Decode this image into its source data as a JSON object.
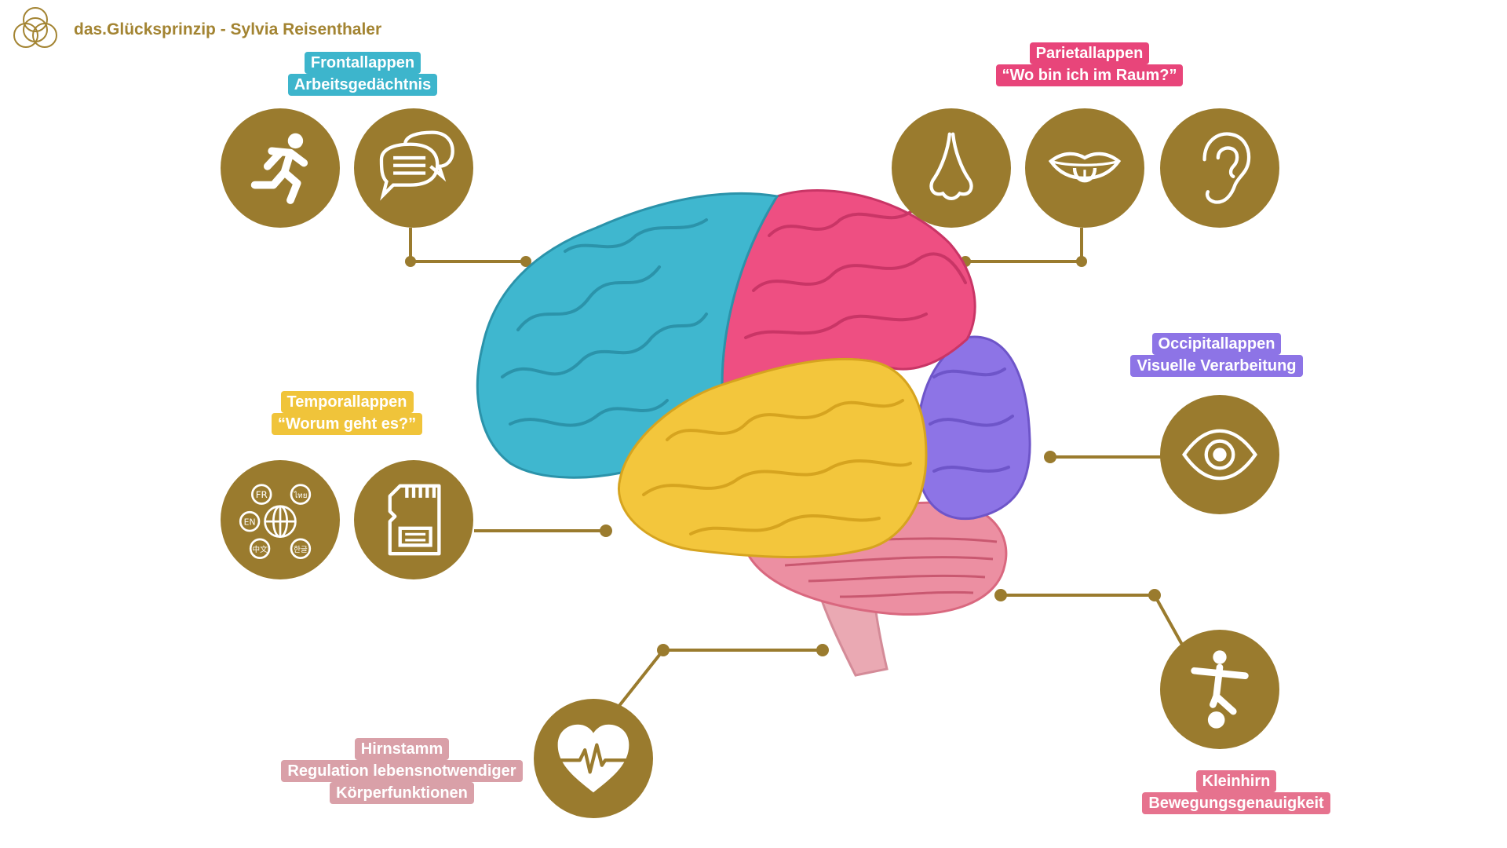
{
  "brand": {
    "text": "das.Glücksprinzip - Sylvia Reisenthaler",
    "icon": "flower-of-life-logo-icon"
  },
  "colors": {
    "gold": "#9a7b2e",
    "frontal": "#3db5cc",
    "parietal": "#e8457a",
    "occipital": "#8d74e6",
    "temporal": "#f0c43a",
    "cerebellum": "#e6728e",
    "brainstem": "#d9a0a8"
  },
  "regions": {
    "frontal": {
      "lines": [
        "Frontallappen",
        "Arbeitsgedächtnis"
      ],
      "icons": [
        "running-person-icon",
        "speech-bubbles-icon"
      ]
    },
    "parietal": {
      "lines": [
        "Parietallappen",
        "“Wo bin ich im Raum?”"
      ],
      "icons": [
        "nose-icon",
        "mouth-tongue-icon",
        "ear-icon"
      ]
    },
    "occipital": {
      "lines": [
        "Occipitallappen",
        "Visuelle Verarbeitung"
      ],
      "icons": [
        "eye-icon"
      ]
    },
    "temporal": {
      "lines": [
        "Temporallappen",
        "“Worum geht es?”"
      ],
      "icons": [
        "languages-globe-icon",
        "memory-card-icon"
      ]
    },
    "brainstem": {
      "lines": [
        "Hirnstamm",
        "Regulation lebensnotwendiger",
        "Körperfunktionen"
      ],
      "icons": [
        "heartbeat-heart-icon"
      ]
    },
    "cerebellum": {
      "lines": [
        "Kleinhirn",
        "Bewegungsgenauigkeit"
      ],
      "icons": [
        "balancing-person-icon"
      ]
    }
  },
  "language_badges": [
    "FR",
    "ไทย",
    "EN",
    "中文",
    "한글"
  ]
}
